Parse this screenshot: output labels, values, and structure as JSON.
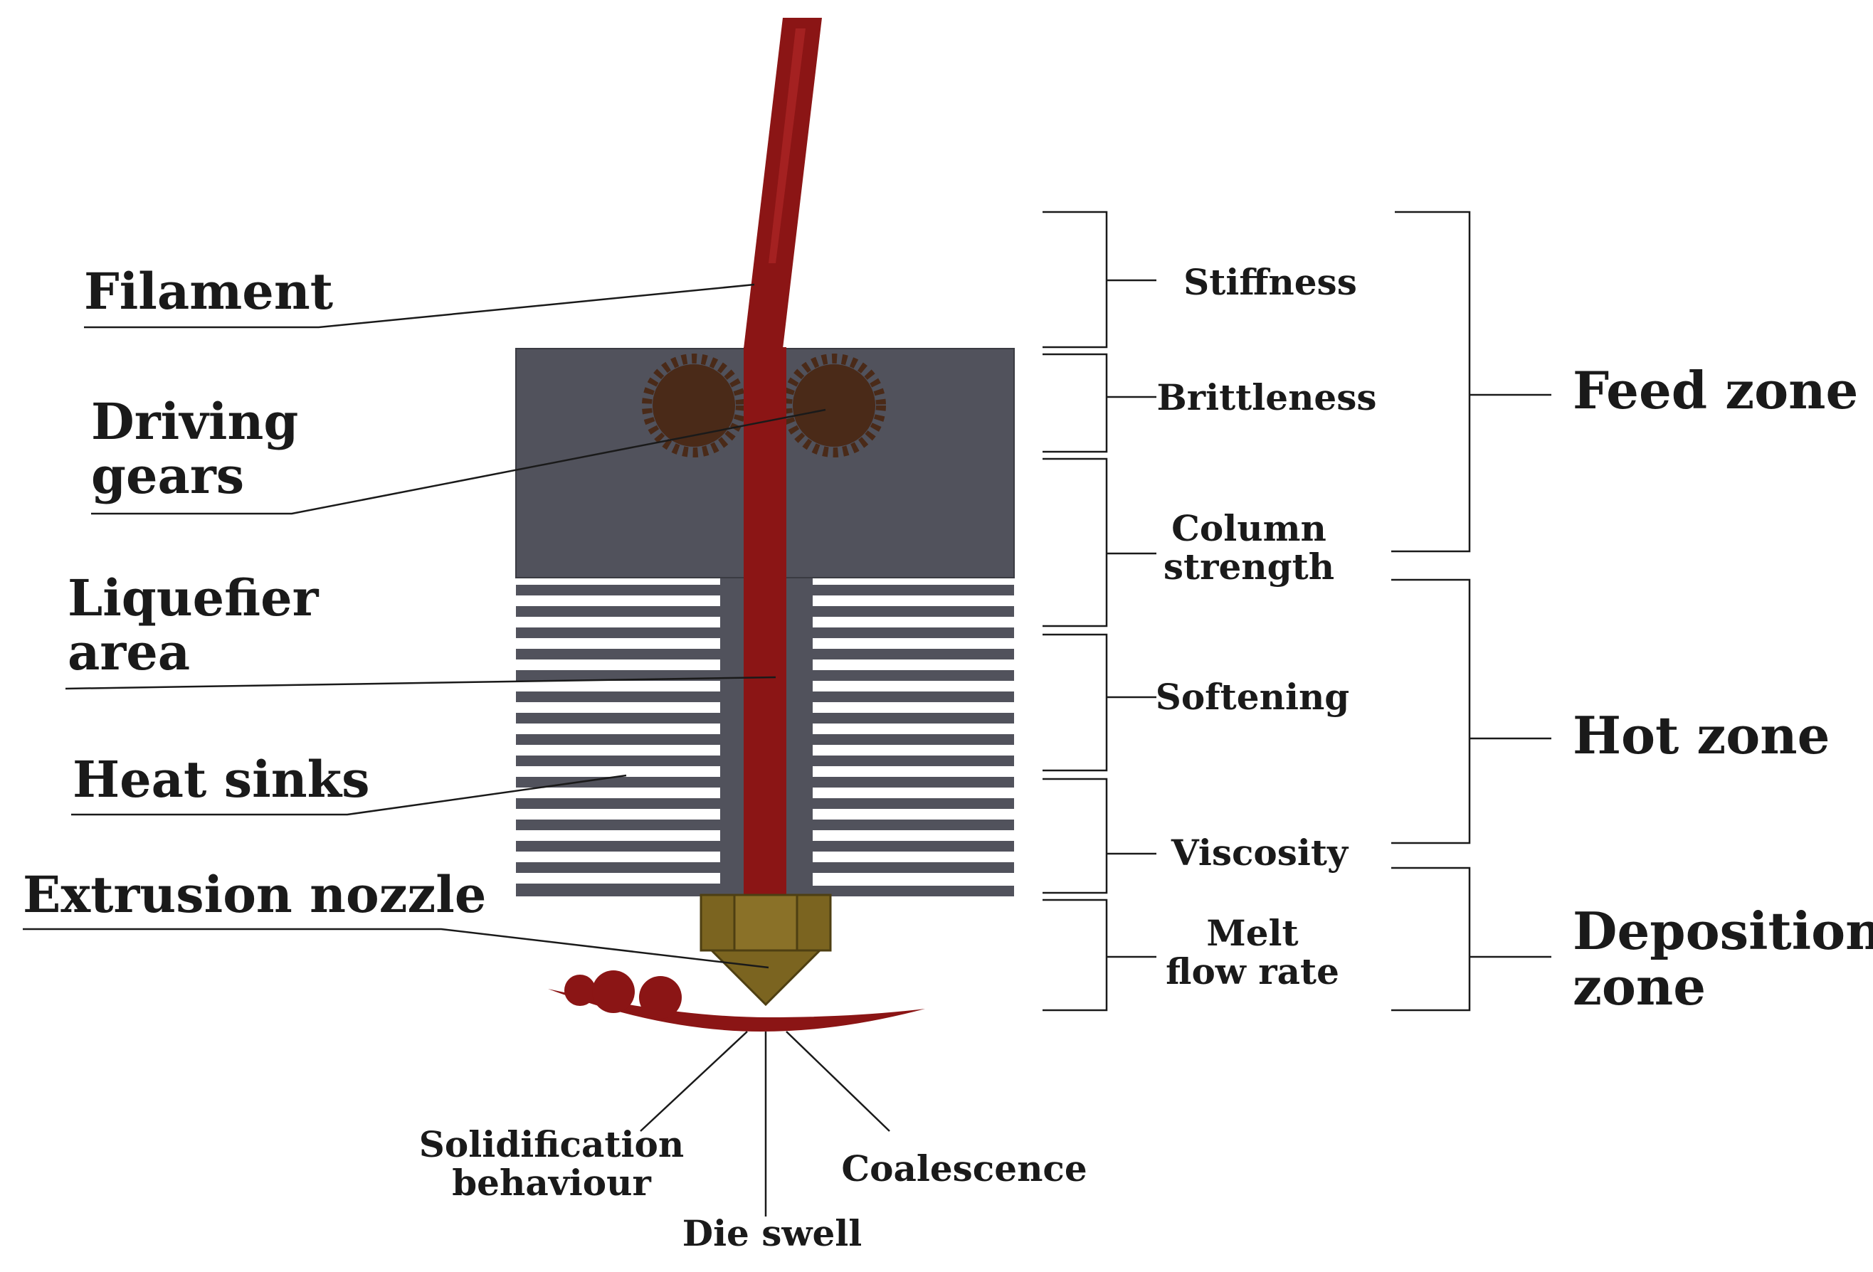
{
  "colors": {
    "filament": "#8b1515",
    "filament_highlight": "#b52a2a",
    "block": "#51525c",
    "gear": "#4a2a18",
    "nozzle": "#7b6420",
    "line": "#1a1a1a",
    "background": "#ffffff"
  },
  "parts": {
    "filament": "Filament",
    "driving_gears": "Driving\ngears",
    "liquefier_area": "Liquefier\narea",
    "heat_sinks": "Heat sinks",
    "extrusion_nozzle": "Extrusion nozzle"
  },
  "properties": {
    "stiffness": "Stiffness",
    "brittleness": "Brittleness",
    "column_strength": "Column\nstrength",
    "softening": "Softening",
    "viscosity": "Viscosity",
    "melt_flow_rate": "Melt\nflow rate"
  },
  "zones": {
    "feed": "Feed zone",
    "hot": "Hot zone",
    "deposition": "Deposition\nzone"
  },
  "outputs": {
    "solidification": "Solidification\nbehaviour",
    "die_swell": "Die swell",
    "coalescence": "Coalescence"
  }
}
